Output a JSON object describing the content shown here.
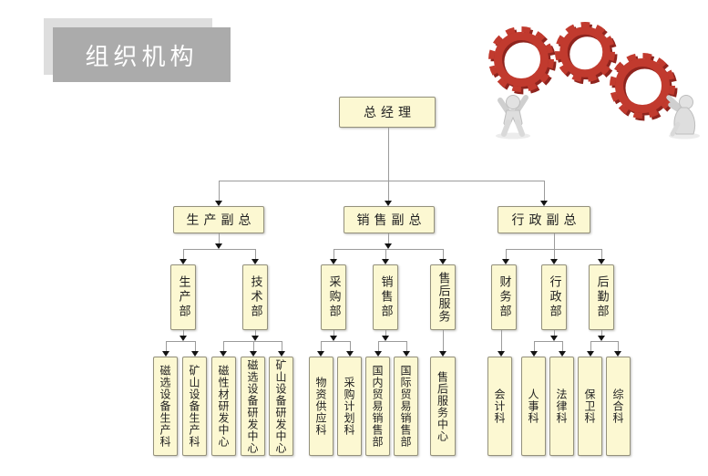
{
  "banner": {
    "title": "组织机构"
  },
  "chart": {
    "root": "总经理",
    "level2": [
      "生产副总",
      "销售副总",
      "行政副总"
    ],
    "level3": [
      "生产部",
      "技术部",
      "采购部",
      "销售部",
      "售后服务",
      "财务部",
      "行政部",
      "后勤部"
    ],
    "level4": [
      "磁选设备生产科",
      "矿山设备生产科",
      "磁性材研发中心",
      "磁选设备研发中心",
      "矿山设备研发中心",
      "物资供应科",
      "采购计划科",
      "国内贸易销售部",
      "国际贸易销售部",
      "售后服务中心",
      "会计科",
      "人事科",
      "法律科",
      "保卫科",
      "综合科"
    ]
  },
  "icons": {
    "illustration": "three-red-gears-with-two-figures"
  },
  "colors": {
    "banner_bg": "#ababab",
    "banner_shadow": "#dedede",
    "box_fill": "#fcf8d2",
    "box_border": "#94917c",
    "connector": "#9b9b9b",
    "arrow": "#141414",
    "gear_red": "#c13a2e",
    "gear_dark_red": "#8f241e",
    "figure_gray": "#d9d9d9"
  }
}
